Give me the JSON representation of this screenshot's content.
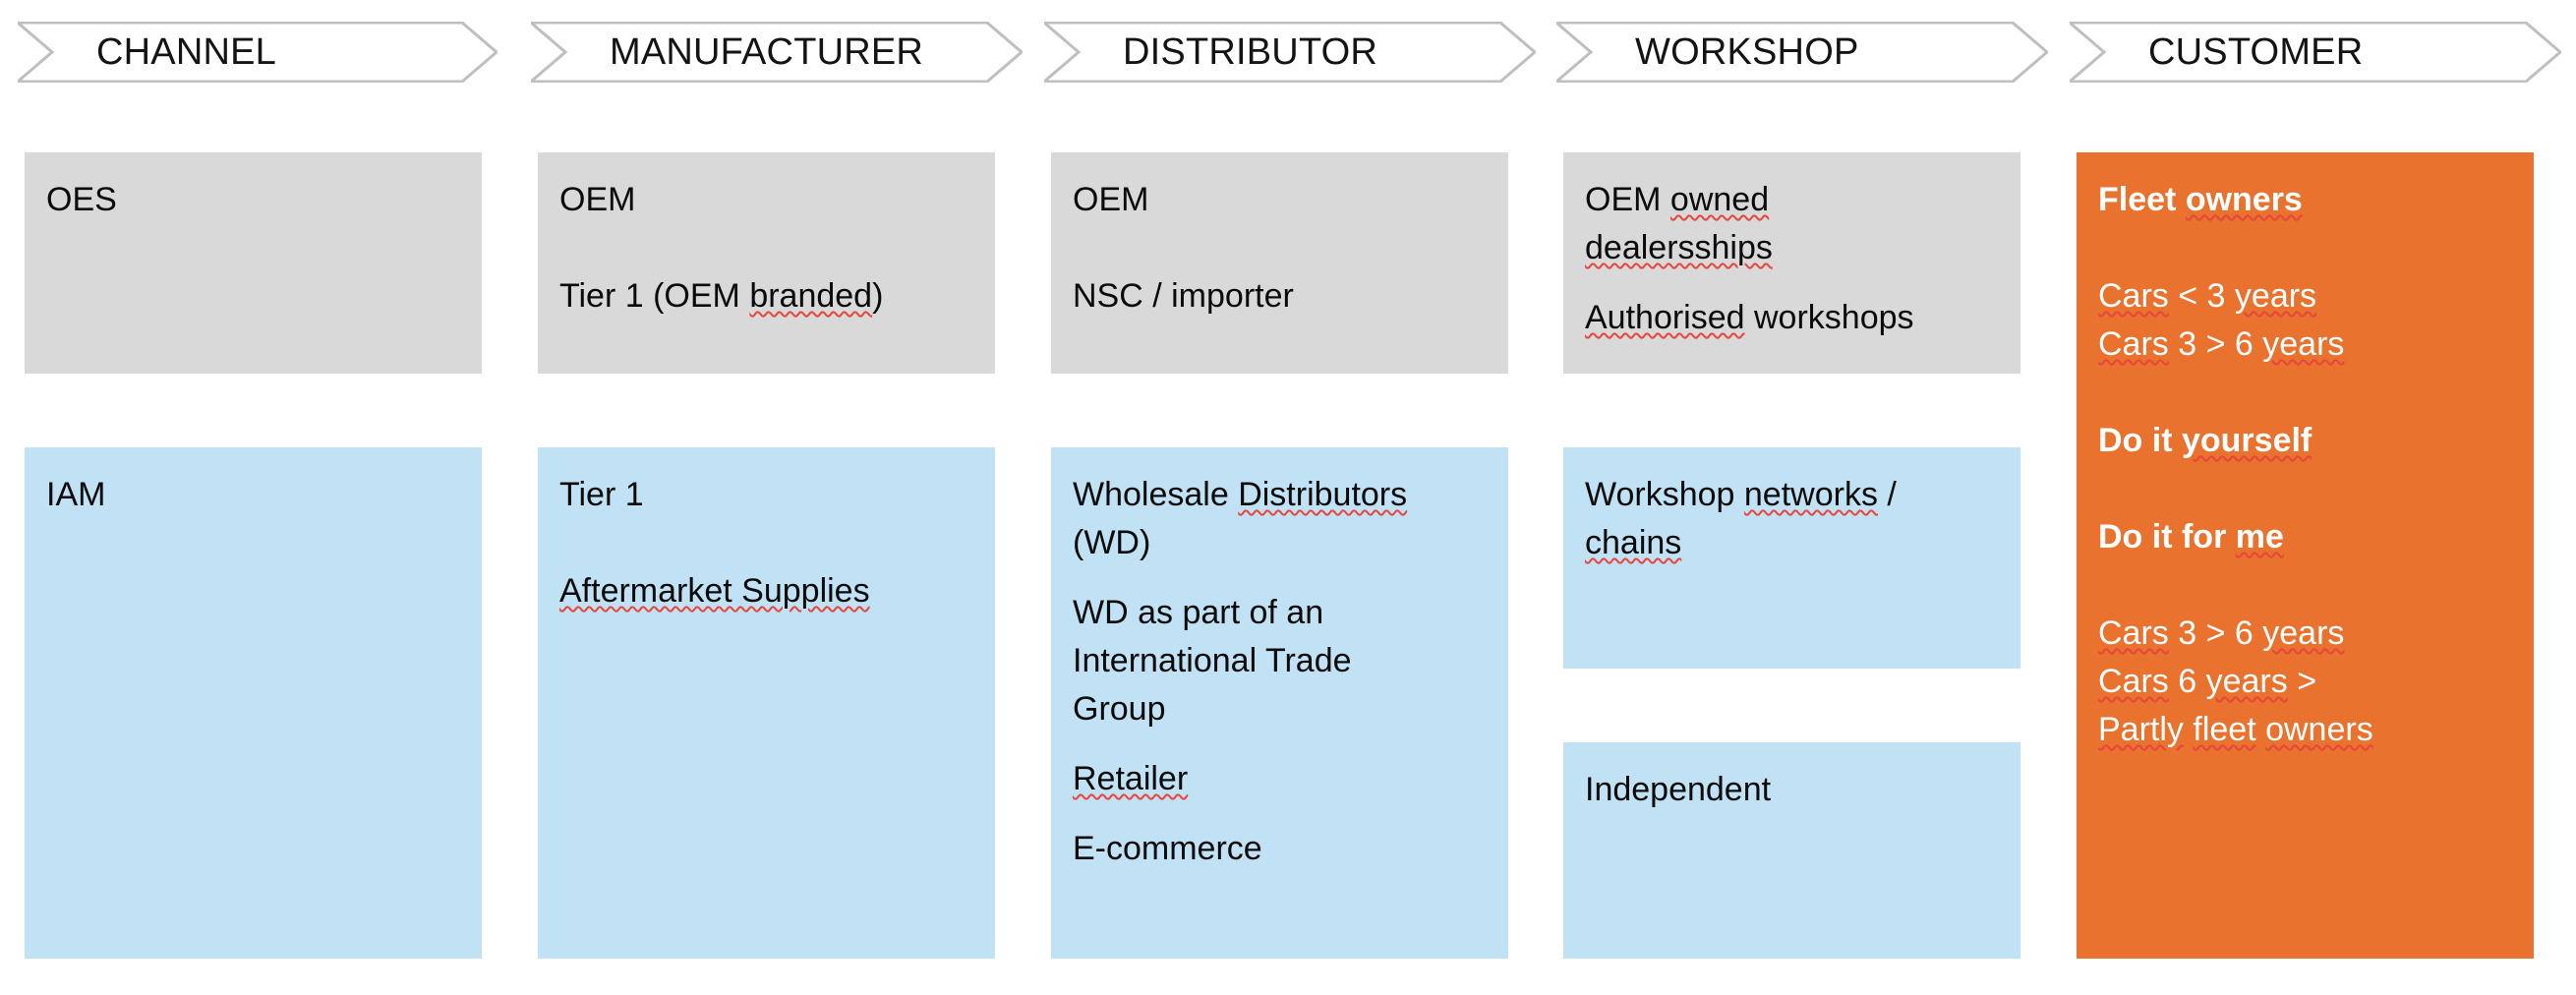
{
  "diagram": {
    "title_row": [
      {
        "label": "CHANNEL"
      },
      {
        "label": "MANUFACTURER"
      },
      {
        "label": "DISTRIBUTOR"
      },
      {
        "label": "WORKSHOP"
      },
      {
        "label": "CUSTOMER"
      }
    ],
    "colors": {
      "gray_box": "#d9d9d9",
      "blue_box": "#c1e2f4",
      "orange_box": "#e8722e",
      "chevron_border": "#bfbfbf",
      "chevron_fill": "#ffffff",
      "text_dark": "#0b0b0b",
      "text_light": "#ffffff",
      "spellcheck_underline": "#e8453c"
    },
    "columns": {
      "channel": {
        "header": "CHANNEL",
        "oes_box": {
          "lines": [
            "OES"
          ]
        },
        "iam_box": {
          "lines": [
            "IAM"
          ]
        }
      },
      "manufacturer": {
        "header": "MANUFACTURER",
        "oes_box": {
          "lines": [
            "OEM",
            "Tier 1 (OEM branded)"
          ]
        },
        "iam_box": {
          "lines": [
            "Tier 1",
            "Aftermarket Supplies"
          ]
        }
      },
      "distributor": {
        "header": "DISTRIBUTOR",
        "oes_box": {
          "lines": [
            "OEM",
            "NSC / importer"
          ]
        },
        "iam_box": {
          "lines": [
            "Wholesale Distributors (WD)",
            "WD as part of an International Trade Group",
            "Retailer",
            "E-commerce"
          ]
        }
      },
      "workshop": {
        "header": "WORKSHOP",
        "oes_box": {
          "lines": [
            "OEM owned dealersships",
            "Authorised workshops"
          ]
        },
        "iam_box_1": {
          "lines": [
            "Workshop networks / chains"
          ]
        },
        "iam_box_2": {
          "lines": [
            "Independent"
          ]
        }
      },
      "customer": {
        "header": "CUSTOMER",
        "orange_box": {
          "lines": [
            "Fleet owners",
            "Cars < 3 years",
            "Cars 3 > 6 years",
            "Do it yourself",
            "Do it for me",
            "Cars 3 > 6 years",
            "Cars 6 years >",
            "Partly fleet owners"
          ]
        }
      }
    }
  }
}
